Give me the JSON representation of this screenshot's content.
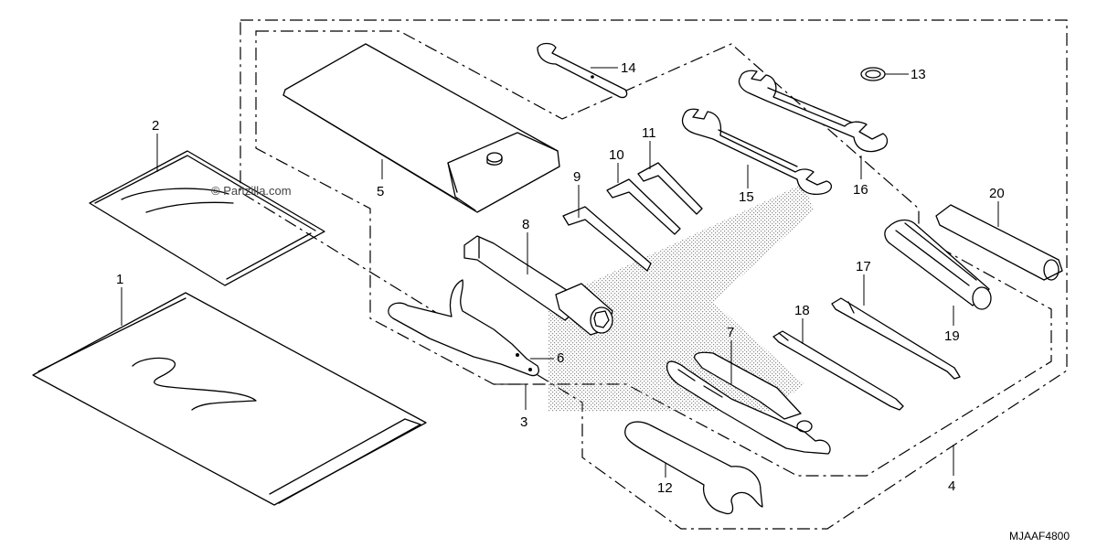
{
  "diagram_code": "MJAAF4800",
  "watermark": "© Partzilla.com",
  "callouts": [
    "1",
    "2",
    "3",
    "4",
    "5",
    "6",
    "7",
    "8",
    "9",
    "10",
    "11",
    "12",
    "13",
    "14",
    "15",
    "16",
    "17",
    "18",
    "19",
    "20"
  ]
}
